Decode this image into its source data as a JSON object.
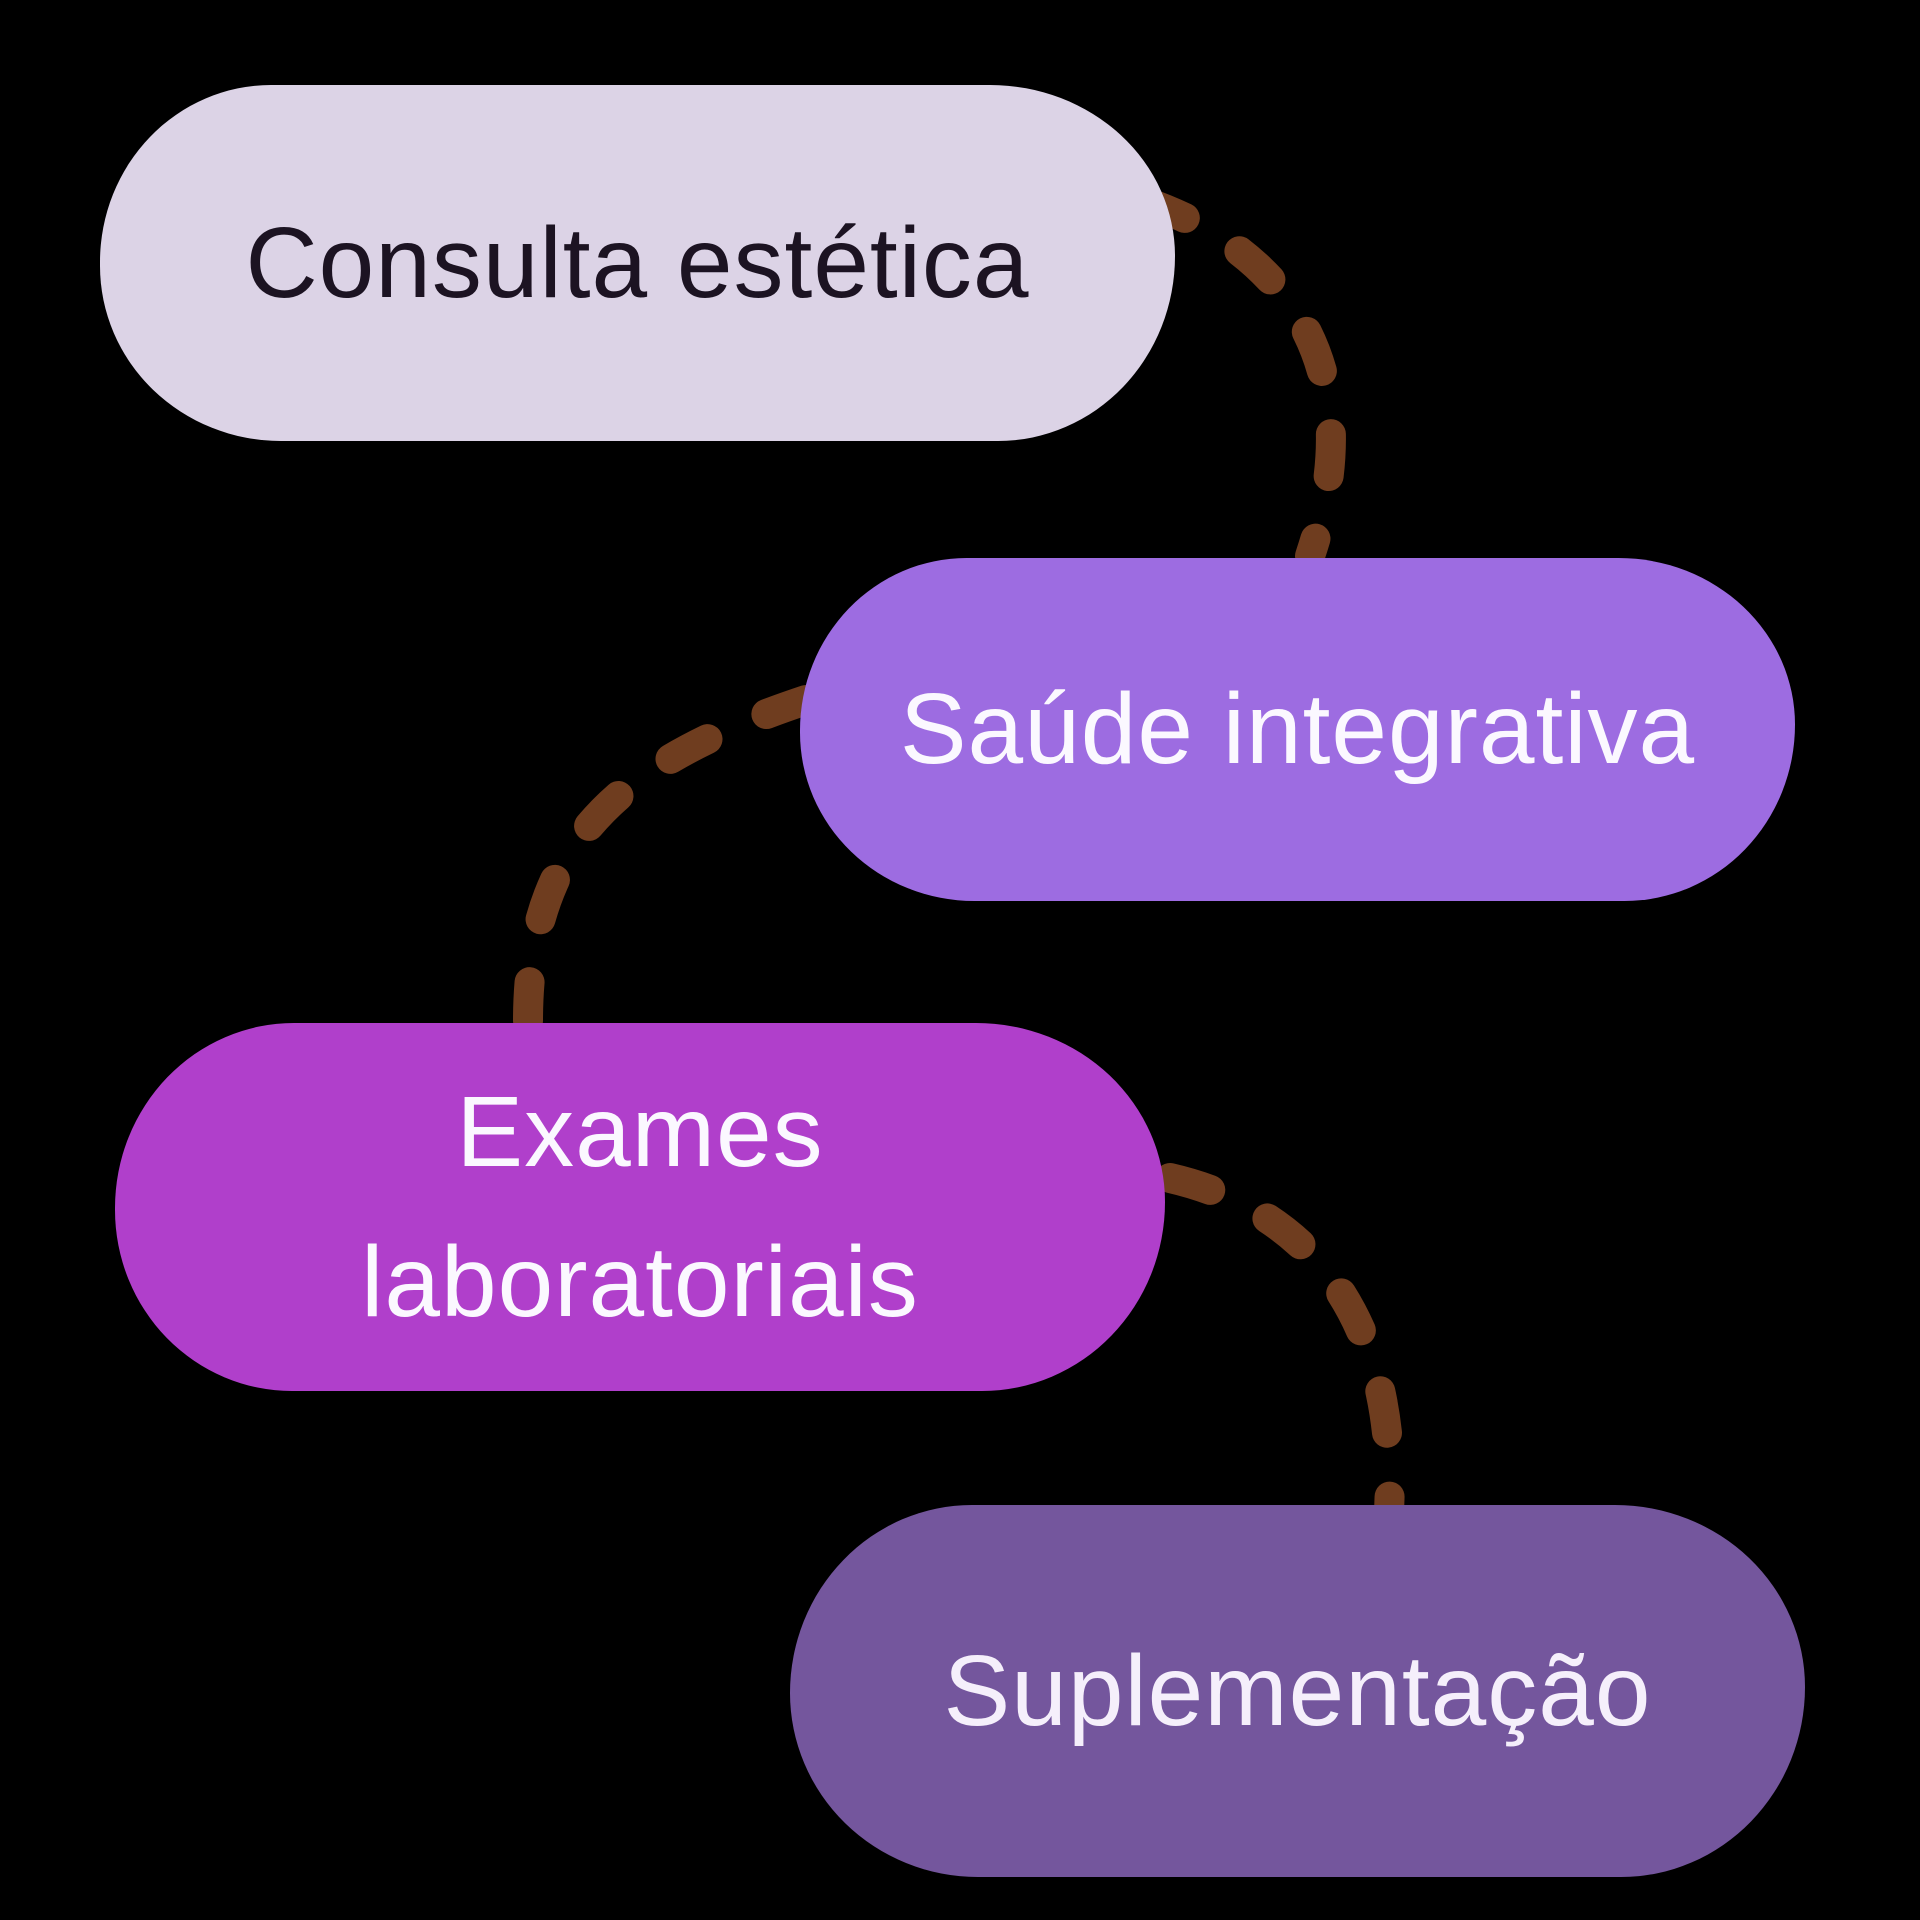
{
  "canvas": {
    "background": "#000000"
  },
  "diagram": {
    "type": "mind-map-flow",
    "connector": {
      "color": "#6F3D1F",
      "style": "dashed"
    },
    "nodes": [
      {
        "id": "consulta-estetica",
        "label": "Consulta estética",
        "fill": "#DCD3E6",
        "text_color": "#1C1322"
      },
      {
        "id": "saude-integrativa",
        "label": "Saúde integrativa",
        "fill": "#9D6CE1",
        "text_color": "#FBF8FF"
      },
      {
        "id": "exames-laboratoriais",
        "label": "Exames laboratoriais",
        "lines": [
          "Exames",
          "laboratoriais"
        ],
        "fill": "#B03FCB",
        "text_color": "#FBF8FF"
      },
      {
        "id": "suplementacao",
        "label": "Suplementação",
        "fill": "#74569D",
        "text_color": "#F5EFFB"
      }
    ],
    "edges": [
      {
        "from": "consulta-estetica",
        "to": "saude-integrativa"
      },
      {
        "from": "saude-integrativa",
        "to": "exames-laboratoriais"
      },
      {
        "from": "exames-laboratoriais",
        "to": "suplementacao"
      }
    ]
  }
}
